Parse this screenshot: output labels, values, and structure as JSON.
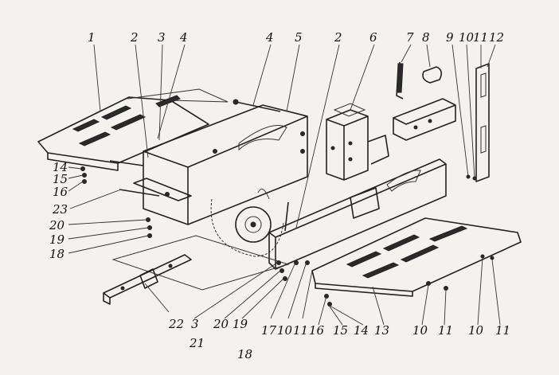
{
  "labels": [
    {
      "id": "1-top",
      "text": "1"
    },
    {
      "id": "2-top-left",
      "text": "2"
    },
    {
      "id": "3-top",
      "text": "3"
    },
    {
      "id": "4-top-left",
      "text": "4"
    },
    {
      "id": "4-top-mid",
      "text": "4"
    },
    {
      "id": "5-top",
      "text": "5"
    },
    {
      "id": "2-top-mid",
      "text": "2"
    },
    {
      "id": "6-top",
      "text": "6"
    },
    {
      "id": "7-top",
      "text": "7"
    },
    {
      "id": "8-top",
      "text": "8"
    },
    {
      "id": "9-top",
      "text": "9"
    },
    {
      "id": "10-top",
      "text": "10"
    },
    {
      "id": "11-top",
      "text": "11"
    },
    {
      "id": "12-top",
      "text": "12"
    },
    {
      "id": "14-left",
      "text": "14"
    },
    {
      "id": "15-left",
      "text": "15"
    },
    {
      "id": "16-left",
      "text": "16"
    },
    {
      "id": "23-left",
      "text": "23"
    },
    {
      "id": "20-left",
      "text": "20"
    },
    {
      "id": "19-left",
      "text": "19"
    },
    {
      "id": "18-left",
      "text": "18"
    },
    {
      "id": "22-bottom",
      "text": "22"
    },
    {
      "id": "3-bottom",
      "text": "3"
    },
    {
      "id": "20-bottom",
      "text": "20"
    },
    {
      "id": "19-bottom",
      "text": "19"
    },
    {
      "id": "21-bottom",
      "text": "21"
    },
    {
      "id": "18-bottom",
      "text": "18"
    },
    {
      "id": "17-bottom",
      "text": "17"
    },
    {
      "id": "10-bottom-a",
      "text": "10"
    },
    {
      "id": "11-bottom-a",
      "text": "11"
    },
    {
      "id": "16-bottom",
      "text": "16"
    },
    {
      "id": "15-bottom",
      "text": "15"
    },
    {
      "id": "14-bottom",
      "text": "14"
    },
    {
      "id": "13-bottom",
      "text": "13"
    },
    {
      "id": "10-bottom-b",
      "text": "10"
    },
    {
      "id": "11-bottom-b",
      "text": "11"
    },
    {
      "id": "10-bottom-c",
      "text": "10"
    },
    {
      "id": "11-bottom-c",
      "text": "11"
    }
  ]
}
